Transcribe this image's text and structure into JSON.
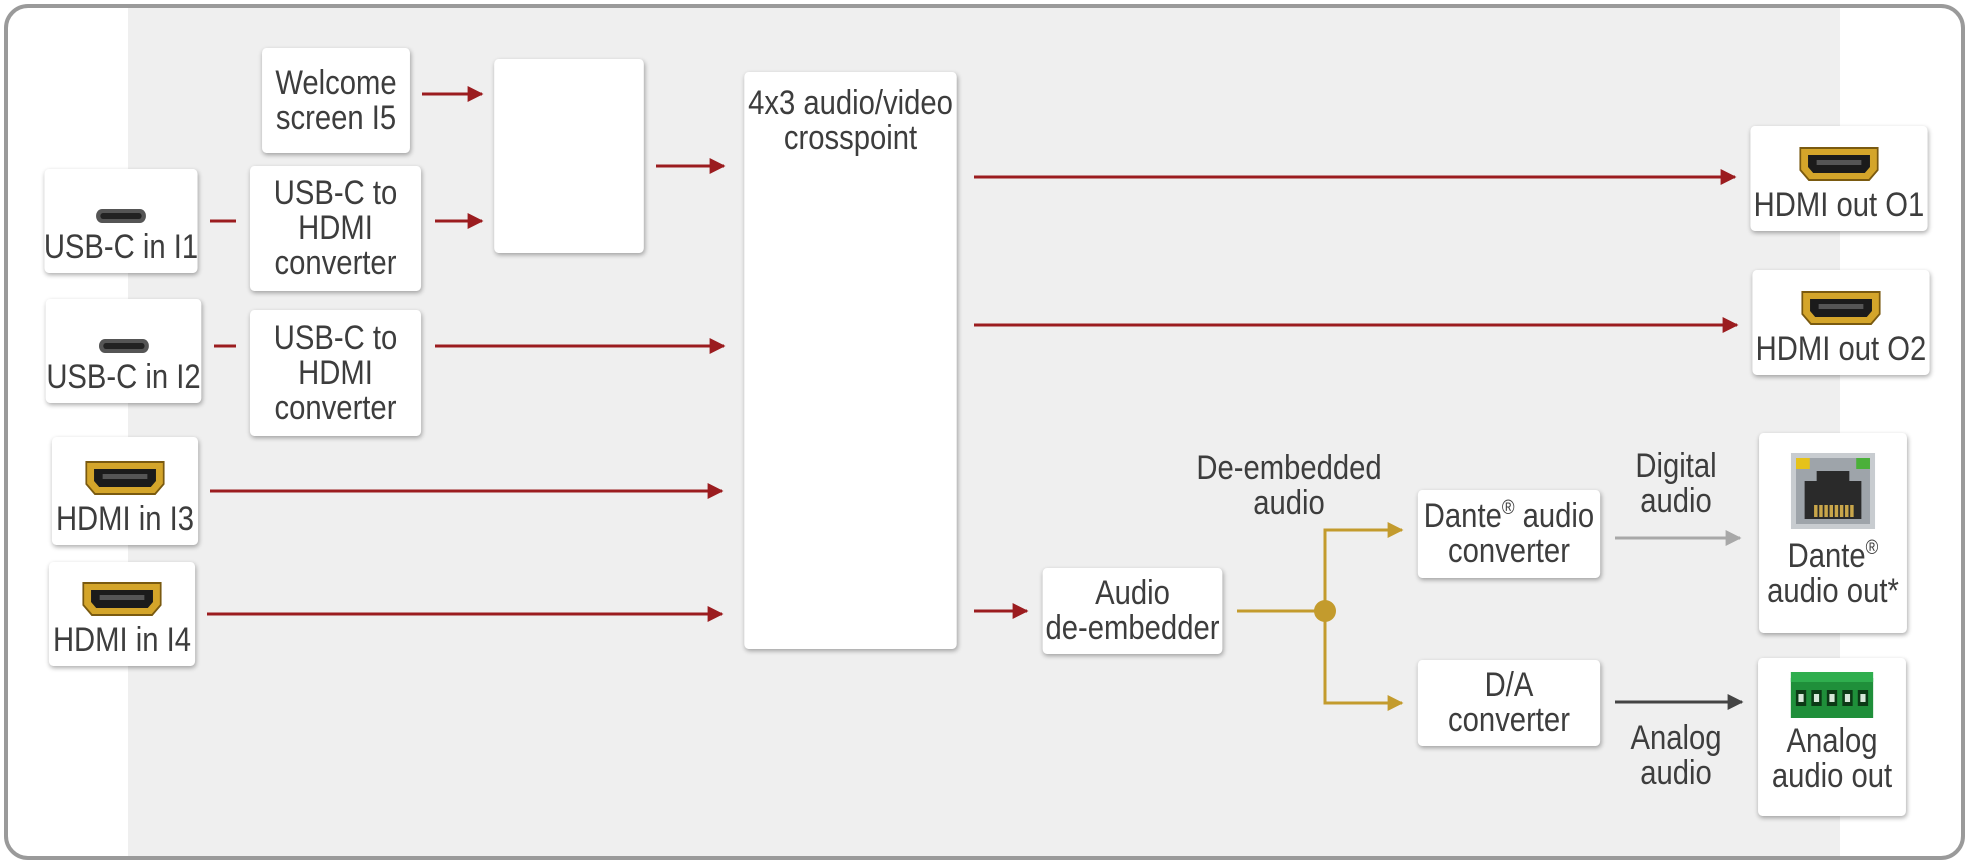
{
  "colors": {
    "video_line": "#9b1c1f",
    "audio_line": "#c39b2d",
    "digital_line": "#a8a8a8",
    "analog_line": "#444444",
    "panel": "#efefef",
    "frame": "#9a9a9a",
    "text": "#3d3d3d"
  },
  "inputs": {
    "usbc_i1": {
      "label": "USB-C in I1",
      "icon": "usb-c-port-icon"
    },
    "usbc_i2": {
      "label": "USB-C in I2",
      "icon": "usb-c-port-icon"
    },
    "hdmi_i3": {
      "label": "HDMI in I3",
      "icon": "hdmi-port-icon"
    },
    "hdmi_i4": {
      "label": "HDMI in I4",
      "icon": "hdmi-port-icon"
    }
  },
  "welcome_screen": {
    "line1": "Welcome",
    "line2": "screen I5"
  },
  "converter_1": {
    "line1": "USB-C to",
    "line2": "HDMI",
    "line3": "converter"
  },
  "converter_2": {
    "line1": "USB-C to",
    "line2": "HDMI",
    "line3": "converter"
  },
  "selector_switch": {
    "icon": "switch-icon"
  },
  "crosspoint": {
    "line1": "4x3 audio/video",
    "line2": "crosspoint"
  },
  "outputs": {
    "hdmi_o1": {
      "label": "HDMI out O1",
      "icon": "hdmi-port-icon"
    },
    "hdmi_o2": {
      "label": "HDMI out O2",
      "icon": "hdmi-port-icon"
    }
  },
  "audio_deembedder": {
    "line1": "Audio",
    "line2": "de-embedder"
  },
  "deembedded_audio_label": {
    "line1": "De-embedded",
    "line2": "audio"
  },
  "dante_converter": {
    "line1": "Dante",
    "reg": "®",
    "line1b": " audio",
    "line2": "converter"
  },
  "digital_audio_label": {
    "line1": "Digital",
    "line2": "audio"
  },
  "dante_out": {
    "line1": "Dante",
    "reg": "®",
    "line2": "audio out*",
    "icon": "rj45-port-icon"
  },
  "da_converter": {
    "line1": "D/A",
    "line2": "converter"
  },
  "analog_audio_label": {
    "line1": "Analog",
    "line2": "audio"
  },
  "analog_out": {
    "line1": "Analog",
    "line2": "audio out",
    "icon": "terminal-block-icon"
  }
}
